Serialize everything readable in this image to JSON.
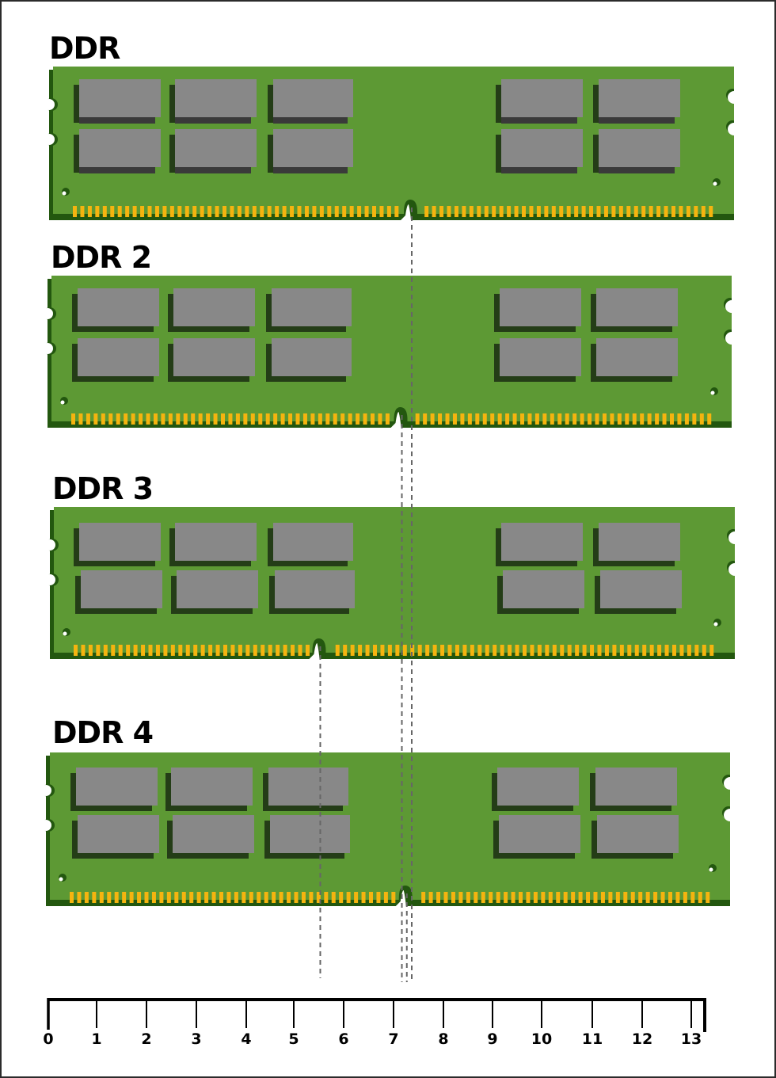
{
  "modules": [
    {
      "label": "DDR",
      "notch_ruler_value": 7.35
    },
    {
      "label": "DDR 2",
      "notch_ruler_value": 7.15
    },
    {
      "label": "DDR 3",
      "notch_ruler_value": 5.5
    },
    {
      "label": "DDR 4",
      "notch_ruler_value": 7.25
    }
  ],
  "ruler": {
    "ticks": [
      "0",
      "1",
      "2",
      "3",
      "4",
      "5",
      "6",
      "7",
      "8",
      "9",
      "10",
      "11",
      "12",
      "13"
    ]
  },
  "colors": {
    "pcb": "#5d9934",
    "pcb_shadow": "#23570f",
    "chip": "#888888",
    "chip_shadow": "#243d17",
    "chip_underside": "#3a3a3a",
    "pin": "#f5b40f",
    "dashed_line": "#666666"
  }
}
